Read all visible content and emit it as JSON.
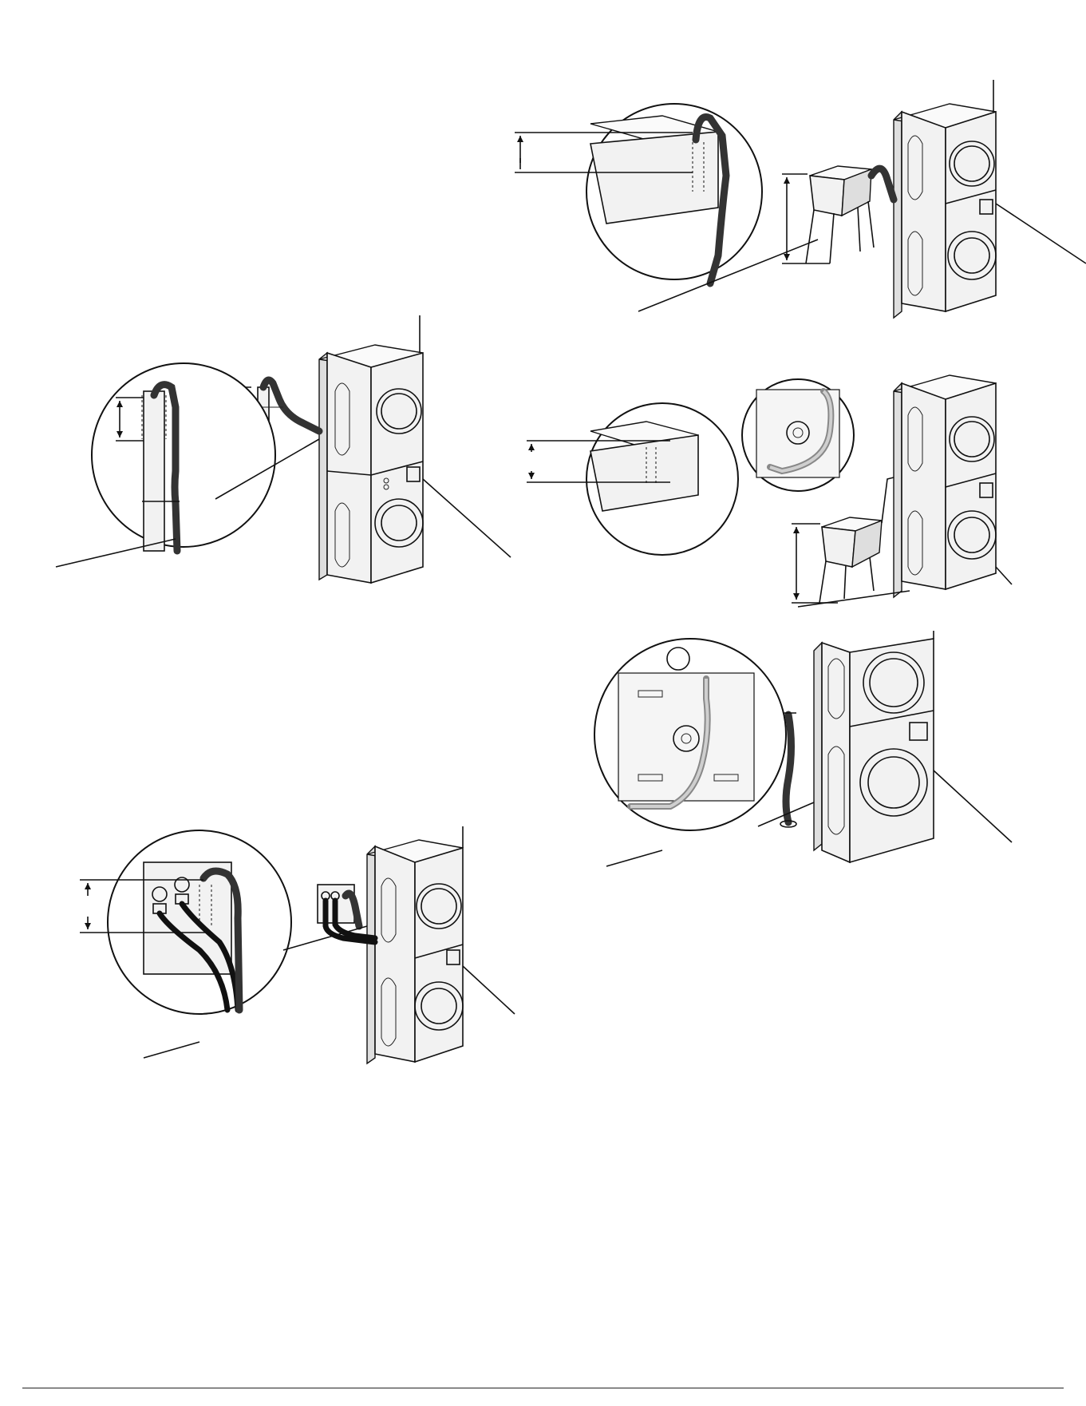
{
  "document": {
    "figures": [
      {
        "id": "standpipe",
        "icon": "standpipe-drain-illustration"
      },
      {
        "id": "laundry-tub-wall",
        "icon": "laundry-tub-drain-illustration"
      },
      {
        "id": "laundry-tub-floor",
        "icon": "laundry-tub-side-drain-illustration"
      },
      {
        "id": "wall-box",
        "icon": "wall-box-drain-illustration"
      },
      {
        "id": "floor-drain",
        "icon": "floor-drain-illustration"
      }
    ]
  }
}
